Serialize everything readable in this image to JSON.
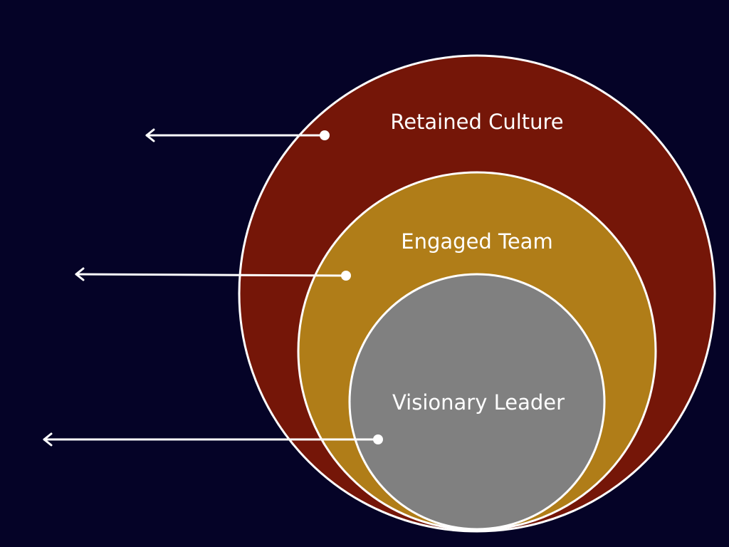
{
  "colors": {
    "background": "#050327",
    "outer": "#751608",
    "middle": "#b07d18",
    "inner": "#808080",
    "stroke": "#ffffff"
  },
  "circles": [
    {
      "label": "Retained Culture"
    },
    {
      "label": "Engaged Team"
    },
    {
      "label": "Visionary Leader"
    }
  ]
}
